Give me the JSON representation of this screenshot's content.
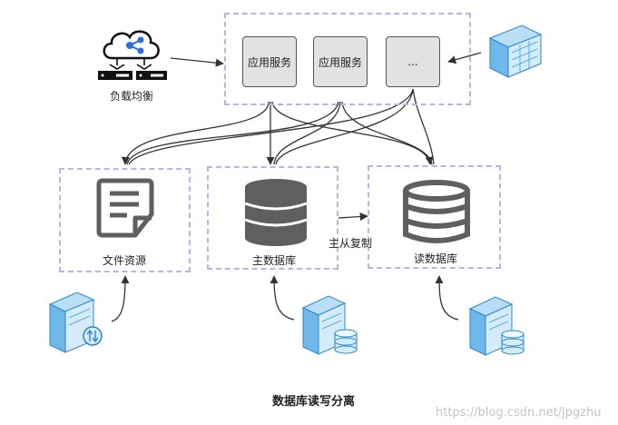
{
  "load_balancer": {
    "label": "负载均衡"
  },
  "services": [
    {
      "label": "应用服务"
    },
    {
      "label": "应用服务"
    },
    {
      "label": "..."
    }
  ],
  "stores": {
    "file": {
      "label": "文件资源"
    },
    "master": {
      "label": "主数据库"
    },
    "read": {
      "label": "读数据库"
    }
  },
  "replication_label": "主从复制",
  "caption": "数据库读写分离",
  "watermark": "https://blog.csdn.net/jpgzhu",
  "colors": {
    "dash": "#b9b3ec",
    "service_fill": "#e2e2e2",
    "db_icon": "#5f5f5f",
    "server_blue": "#5aaee6",
    "lb_blue": "#2a6fdb"
  }
}
